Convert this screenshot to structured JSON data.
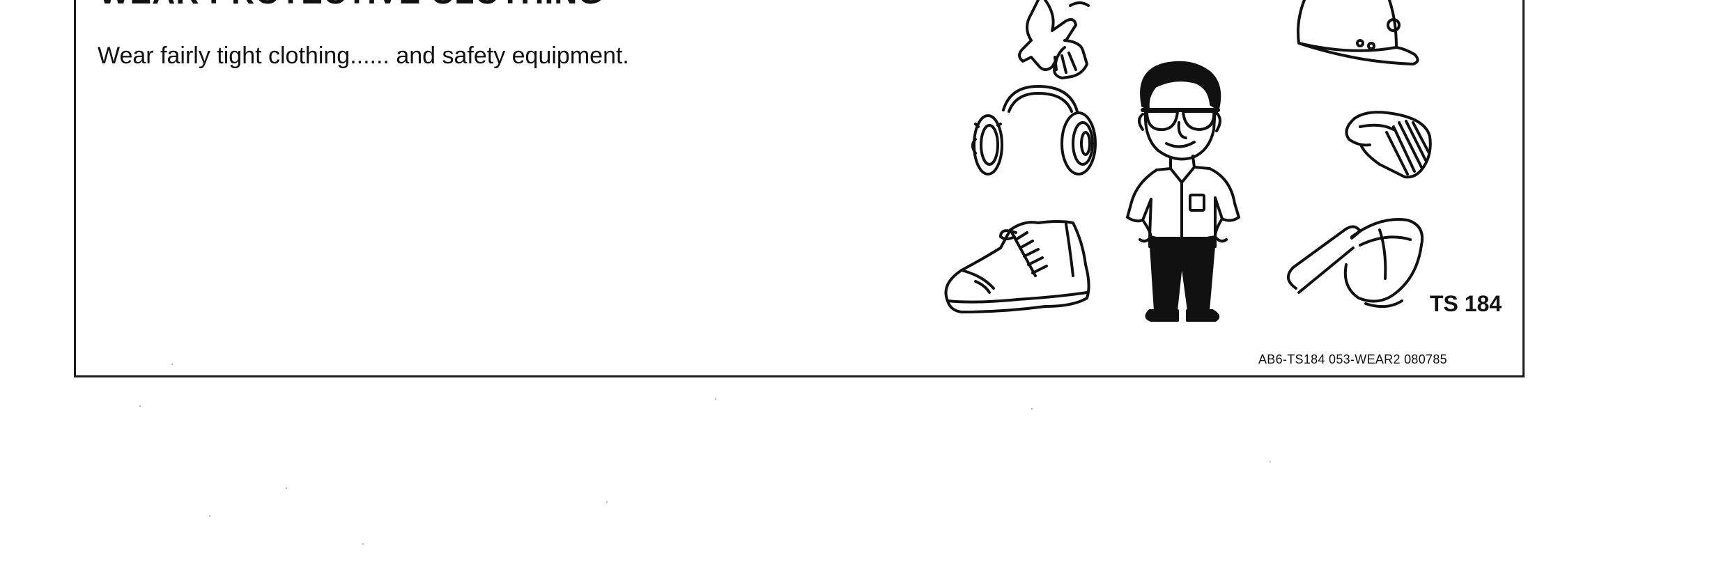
{
  "notice": {
    "heading": "WEAR PROTECTIVE CLOTHING",
    "body": "Wear fairly tight clothing...... and safety equipment.",
    "illustration_label": "TS 184",
    "reference_code": "AB6-TS184 053-WEAR2 080785"
  },
  "icons": [
    "gloves-icon",
    "hard-hat-icon",
    "ear-muffs-icon",
    "respirator-icon",
    "worker-figure-icon",
    "safety-boot-icon",
    "safety-goggles-icon"
  ]
}
